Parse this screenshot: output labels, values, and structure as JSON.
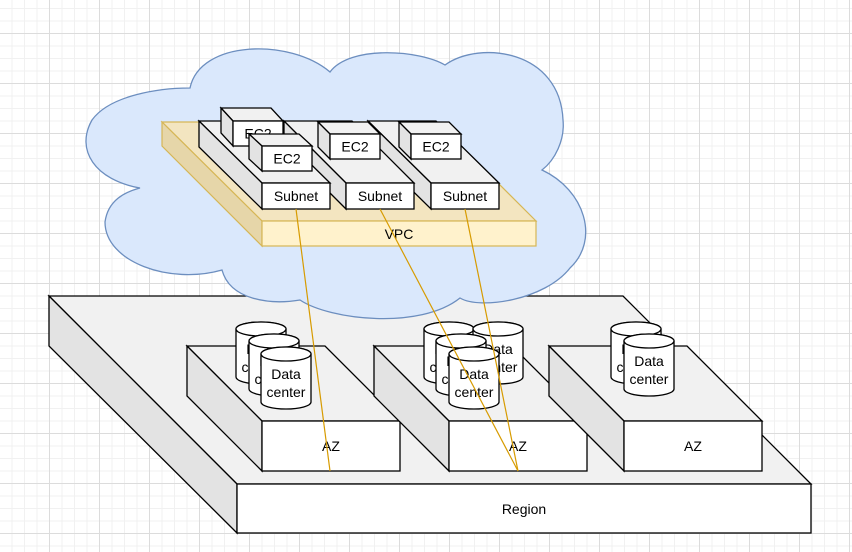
{
  "diagram": {
    "title": "AWS Region / AZ / VPC / Subnet relationship",
    "colors": {
      "cloud_fill": "#dae8fc",
      "cloud_stroke": "#6c8ebf",
      "vpc_fill": "#fff2cc",
      "vpc_stroke": "#d6b656",
      "box_fill": "#f1f1f1",
      "connector": "#d79b00"
    },
    "region": {
      "label": "Region"
    },
    "azs": [
      {
        "label": "AZ",
        "datacenters": [
          "Data center",
          "Data center",
          "Data center"
        ]
      },
      {
        "label": "AZ",
        "datacenters": [
          "Data center",
          "Data center",
          "Data center",
          "Data center"
        ]
      },
      {
        "label": "AZ",
        "datacenters": [
          "Data center",
          "Data center"
        ]
      }
    ],
    "cloud": {
      "label": ""
    },
    "vpc": {
      "label": "VPC"
    },
    "subnets": [
      {
        "label": "Subnet",
        "instances": [
          "EC2",
          "EC2"
        ]
      },
      {
        "label": "Subnet",
        "instances": [
          "EC2"
        ]
      },
      {
        "label": "Subnet",
        "instances": [
          "EC2"
        ]
      }
    ],
    "connections": [
      {
        "from": "subnet-1",
        "to": "az-1"
      },
      {
        "from": "subnet-2",
        "to": "az-2"
      },
      {
        "from": "subnet-3",
        "to": "az-2"
      }
    ]
  }
}
